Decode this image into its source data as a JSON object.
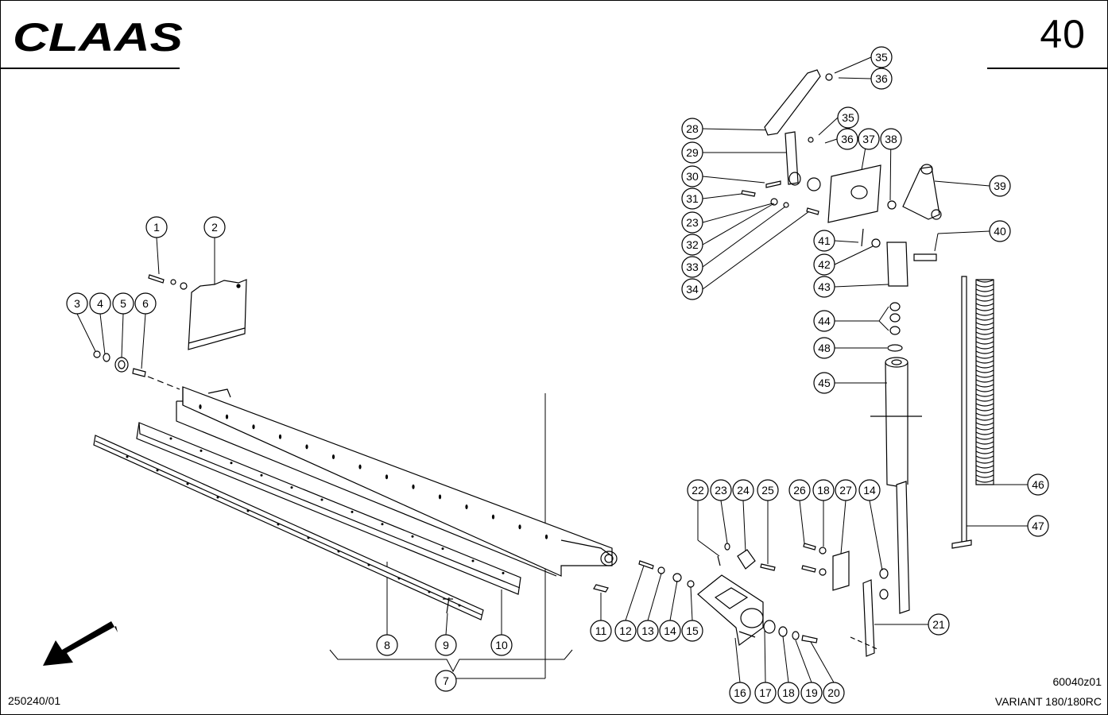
{
  "header": {
    "brand": "CLAAS",
    "page_number": "40"
  },
  "footer": {
    "left_code": "250240/01",
    "drawing_code": "60040z01",
    "model": "VARIANT 180/180RC"
  },
  "callouts": [
    "1",
    "2",
    "3",
    "4",
    "5",
    "6",
    "7",
    "8",
    "9",
    "10",
    "11",
    "12",
    "13",
    "14",
    "15",
    "16",
    "17",
    "18",
    "19",
    "20",
    "21",
    "22",
    "23",
    "24",
    "25",
    "26",
    "27",
    "28",
    "29",
    "30",
    "31",
    "32",
    "33",
    "34",
    "35",
    "36",
    "37",
    "38",
    "39",
    "40",
    "41",
    "42",
    "43",
    "44",
    "45",
    "46",
    "47",
    "48"
  ],
  "colors": {
    "ink": "#000000",
    "paper": "#ffffff"
  }
}
